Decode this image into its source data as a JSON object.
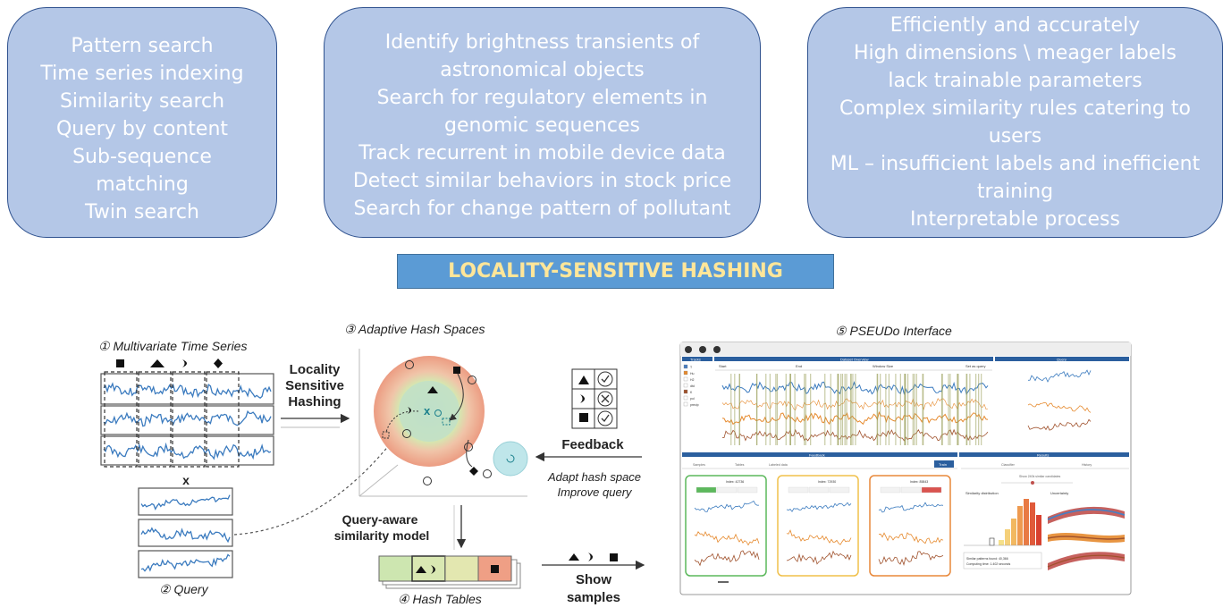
{
  "box1": {
    "lines": [
      "Pattern search",
      "Time series indexing",
      "Similarity search",
      "Query by content",
      "Sub-sequence",
      "matching",
      "Twin search"
    ]
  },
  "box2": {
    "lines": [
      "Identify brightness transients of",
      "astronomical objects",
      "Search for regulatory elements in",
      "genomic sequences",
      "Track recurrent in mobile device data",
      "Detect similar behaviors in stock price",
      "Search for change pattern of pollutant"
    ]
  },
  "box3": {
    "lines": [
      "Efficiently and accurately",
      "High dimensions \\ meager labels",
      "lack trainable parameters",
      "Complex similarity rules catering to",
      "users",
      "ML – insufficient labels and inefficient",
      "training",
      "Interpretable process"
    ]
  },
  "banner": {
    "title": "LOCALITY-SENSITIVE HASHING"
  },
  "diagram": {
    "step1": "① Multivariate Time Series",
    "step2": "② Query",
    "step3": "③ Adaptive Hash Spaces",
    "step4": "④ Hash Tables",
    "step5": "⑤ PSEUDo Interface",
    "lsh_line1": "Locality",
    "lsh_line2": "Sensitive",
    "lsh_line3": "Hashing",
    "query_var": "x",
    "center_var": "x",
    "model_line1": "Query-aware",
    "model_line2": "similarity model",
    "feedback": "Feedback",
    "adapt_line1": "Adapt hash space",
    "adapt_line2": "Improve query",
    "show_line1": "Show",
    "show_line2": "samples",
    "ui": {
      "tracks": "Tracks",
      "overview": "Dataset Overview",
      "query": "Query",
      "feedback": "Feedback",
      "results": "Results",
      "train": "Train",
      "start": "Start",
      "end": "End",
      "window": "Window Size",
      "set_query": "Set as query",
      "samples_tab": "Samples",
      "tables_tab": "Tables",
      "labeled_tab": "Labeled data",
      "classifier_tab": "Classifier",
      "history_tab": "History",
      "card1": "Index: 42736",
      "card2": "Index: 72930",
      "card3": "Index: 85843",
      "sim_dist": "Similarity distribution",
      "uncertainty": "Uncertainty",
      "stats1": "Similar patterns found: 40,366",
      "stats2": "Computing time: 1.402 seconds",
      "show_more": "Show 240k similar candidates",
      "track_items": [
        "T",
        "Hu",
        "H2",
        "dtd",
        "K",
        "pol",
        "precip"
      ]
    }
  },
  "colors": {
    "pill_fill": "#b4c7e7",
    "pill_border": "#2f528f",
    "banner_fill": "#5b9bd5",
    "banner_text": "#ffe699",
    "line_blue": "#3b7bbf",
    "orange": "#e68a2e",
    "brown": "#a0522d",
    "olive": "#9aa05a",
    "green_border": "#5cb85c",
    "yellow_border": "#f0c04a",
    "orange_border": "#e8883a"
  }
}
